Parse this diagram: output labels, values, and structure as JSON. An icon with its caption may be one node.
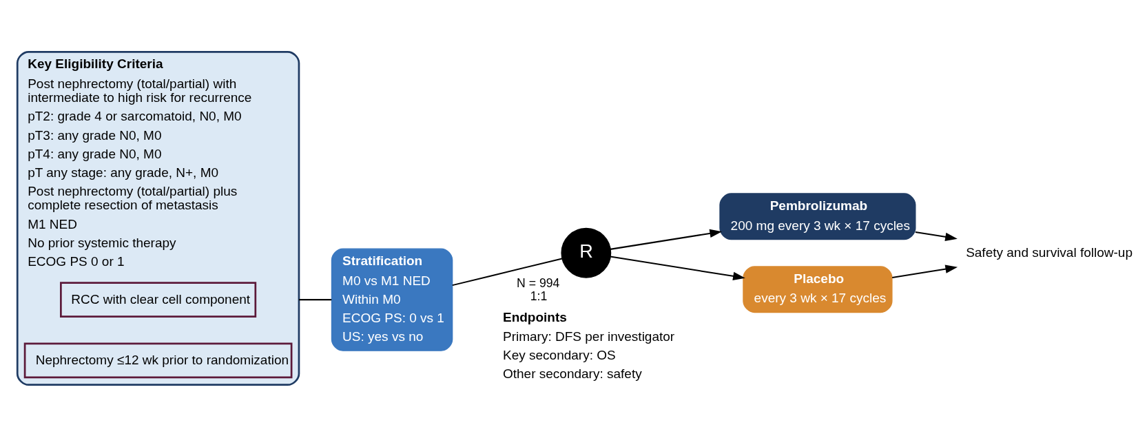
{
  "diagram": {
    "nodes": [
      {
        "text": [
          "Key Eligibility Criteria",
          "Post nephrectomy (total/partial) with intermediate to high risk for recurrence",
          "pT2: grade 4 or sarcomatoid, N0, M0",
          "pT3: any grade N0, M0",
          "pT4: any grade N0, M0",
          "pT any stage: any grade, N+, M0",
          "Post nephrectomy (total/partial) plus complete resection of metastasis",
          "M1 NED",
          "No prior systemic therapy",
          "ECOG PS 0 or 1"
        ]
      },
      {
        "text": [
          "RCC with clear cell component"
        ],
        "in": 0
      },
      {
        "text": [
          "Nephrectomy ≤12 wk prior to randomization"
        ],
        "in": 0
      },
      {
        "text": [
          "Stratification",
          "M0 vs M1 NED",
          "Within M0",
          "ECOG PS: 0 vs 1",
          "US: yes vs no"
        ]
      },
      {
        "text": [
          "R"
        ],
        "beside": [
          "N = 994",
          "1:1"
        ]
      },
      {
        "text": [
          "Pembrolizumab",
          "200 mg every 3 wk × 17 cycles"
        ]
      },
      {
        "text": [
          "Placebo",
          "every 3 wk × 17 cycles"
        ]
      },
      {
        "text": [
          "Safety and survival follow-up"
        ]
      }
    ],
    "edges": [
      {
        "from": 0,
        "to": 3,
        "arrow": "none"
      },
      {
        "from": 3,
        "to": 4,
        "arrow": "none"
      },
      {
        "from": 4,
        "to": 5,
        "arrow": "to"
      },
      {
        "from": 4,
        "to": 6,
        "arrow": "to"
      },
      {
        "from": 5,
        "to": 7,
        "arrow": "to"
      },
      {
        "from": 6,
        "to": 7,
        "arrow": "to"
      }
    ],
    "labels": [
      "Endpoints",
      "Primary: DFS per investigator",
      "Key secondary: OS",
      "Other secondary: safety"
    ]
  }
}
